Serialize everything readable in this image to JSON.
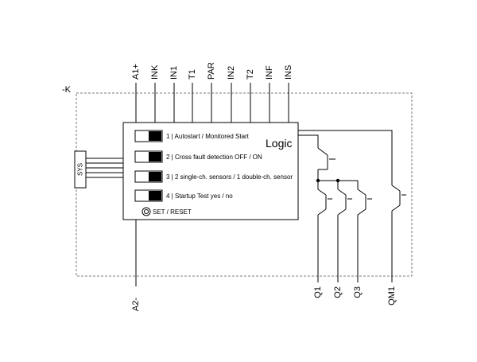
{
  "device": {
    "tag": "-K",
    "logic_label": "Logic",
    "top_terminals": [
      "A1+",
      "INK",
      "IN1",
      "T1",
      "PAR",
      "IN2",
      "T2",
      "INF",
      "INS"
    ],
    "bottom_power_terminal": "A2-",
    "output_terminals": [
      "Q1",
      "Q2",
      "Q3",
      "QM1"
    ],
    "side_connector": "SYS",
    "dip_switches": [
      {
        "label": "1 | Autostart / Monitored Start"
      },
      {
        "label": "2 | Cross fault detection OFF / ON"
      },
      {
        "label": "3 | 2 single-ch. sensors / 1 double-ch. sensor"
      },
      {
        "label": "4 | Startup Test yes / no"
      }
    ],
    "set_reset_label": "SET / RESET"
  }
}
